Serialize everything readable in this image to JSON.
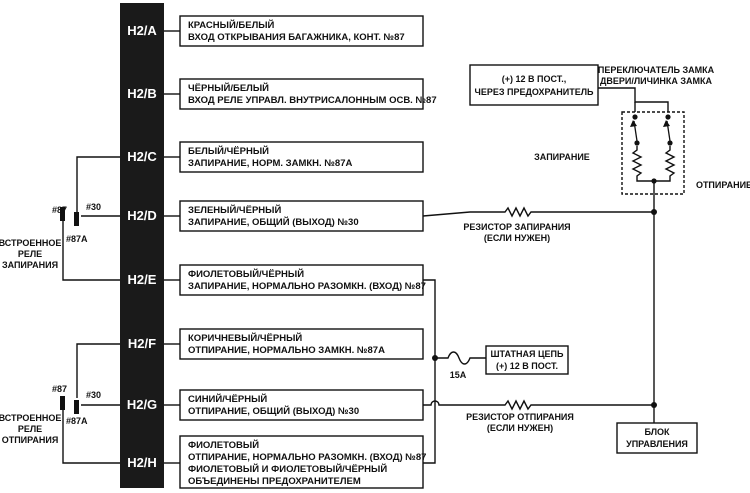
{
  "connector": {
    "pins": [
      {
        "id": "H2/A",
        "lines": [
          "КРАСНЫЙ/БЕЛЫЙ",
          "ВХОД ОТКРЫВАНИЯ БАГАЖНИКА, КОНТ. №87"
        ]
      },
      {
        "id": "H2/B",
        "lines": [
          "ЧЁРНЫЙ/БЕЛЫЙ",
          "ВХОД РЕЛЕ УПРАВЛ. ВНУТРИСАЛОННЫМ ОСВ. №87"
        ]
      },
      {
        "id": "H2/C",
        "lines": [
          "БЕЛЫЙ/ЧЁРНЫЙ",
          "ЗАПИРАНИЕ, НОРМ. ЗАМКН. №87А"
        ]
      },
      {
        "id": "H2/D",
        "lines": [
          "ЗЕЛЕНЫЙ/ЧЁРНЫЙ",
          "ЗАПИРАНИЕ, ОБЩИЙ (ВЫХОД) №30"
        ]
      },
      {
        "id": "H2/E",
        "lines": [
          "ФИОЛЕТОВЫЙ/ЧЁРНЫЙ",
          "ЗАПИРАНИЕ, НОРМАЛЬНО РАЗОМКН. (ВХОД) №87"
        ]
      },
      {
        "id": "H2/F",
        "lines": [
          "КОРИЧНЕВЫЙ/ЧЁРНЫЙ",
          "ОТПИРАНИЕ, НОРМАЛЬНО ЗАМКН. №87А"
        ]
      },
      {
        "id": "H2/G",
        "lines": [
          "СИНИЙ/ЧЁРНЫЙ",
          "ОТПИРАНИЕ, ОБЩИЙ (ВЫХОД) №30"
        ]
      },
      {
        "id": "H2/H",
        "lines": [
          "ФИОЛЕТОВЫЙ",
          "ОТПИРАНИЕ, НОРМАЛЬНО РАЗОМКН. (ВХОД) №87",
          "ФИОЛЕТОВЫЙ И ФИОЛЕТОВЫЙ/ЧЁРНЫЙ",
          "ОБЪЕДИНЕНЫ ПРЕДОХРАНИТЕЛЕМ"
        ]
      }
    ]
  },
  "relay_lock": {
    "terminal_87": "#87",
    "terminal_87a": "#87A",
    "terminal_30": "#30",
    "name_lines": [
      "ВСТРОЕННОЕ",
      "РЕЛЕ",
      "ЗАПИРАНИЯ"
    ]
  },
  "relay_unlock": {
    "terminal_87": "#87",
    "terminal_87a": "#87A",
    "terminal_30": "#30",
    "name_lines": [
      "ВСТРОЕННОЕ",
      "РЕЛЕ",
      "ОТПИРАНИЯ"
    ]
  },
  "power_box": {
    "lines": [
      "(+) 12 В ПОСТ.,",
      "ЧЕРЕЗ ПРЕДОХРАНИТЕЛЬ"
    ]
  },
  "switch_label": {
    "lines": [
      "ПЕРЕКЛЮЧАТЕЛЬ ЗАМКА",
      "ДВЕРИ/ЛИЧИНКА ЗАМКА"
    ]
  },
  "lock_label": "ЗАПИРАНИЕ",
  "unlock_label": "ОТПИРАНИЕ",
  "resistor_lock": {
    "lines": [
      "РЕЗИСТОР ЗАПИРАНИЯ",
      "(ЕСЛИ НУЖЕН)"
    ]
  },
  "resistor_unlock": {
    "lines": [
      "РЕЗИСТОР ОТПИРАНИЯ",
      "(ЕСЛИ НУЖЕН)"
    ]
  },
  "fuse_label": "15A",
  "supply_box": {
    "lines": [
      "ШТАТНАЯ ЦЕПЬ",
      "(+) 12 В ПОСТ."
    ]
  },
  "control_box": {
    "lines": [
      "БЛОК",
      "УПРАВЛЕНИЯ"
    ]
  }
}
